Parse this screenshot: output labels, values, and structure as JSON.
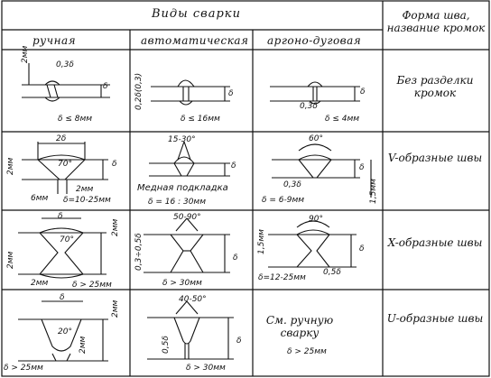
{
  "header": {
    "title": "Виды сварки",
    "side_title": "Форма шва, название кромок",
    "col_manual": "ручная",
    "col_auto": "автоматическая",
    "col_argon": "аргоно-дуговая"
  },
  "rows": [
    {
      "name": "Без разделки кромок",
      "manual": {
        "gap": "0,3δ",
        "thk": "δ",
        "cond": "δ ≤ 8мм",
        "side": "2мм"
      },
      "auto": {
        "thk": "δ",
        "cond": "δ ≤ 16мм",
        "side": "0,2δ(0,3)"
      },
      "argon": {
        "gap": "0,3δ",
        "thk": "δ",
        "cond": "δ ≤ 4мм"
      }
    },
    {
      "name": "V-образные швы",
      "manual": {
        "top": "2δ",
        "angle": "70°",
        "thk": "δ",
        "root": "2мм",
        "left": "2мм",
        "bottom": "6мм",
        "cond": "δ=10-25мм"
      },
      "auto": {
        "angle": "15-30°",
        "thk": "δ",
        "note": "Медная подкладка",
        "cond": "δ = 16 : 30мм"
      },
      "argon": {
        "angle": "60°",
        "thk": "δ",
        "gap": "0,3δ",
        "side": "1,5мм",
        "cond": "δ = 6-9мм"
      }
    },
    {
      "name": "X-образные швы",
      "manual": {
        "top": "δ",
        "angle": "70°",
        "left": "2мм",
        "side": "2мм",
        "bottom": "2мм",
        "cond": "δ > 25мм"
      },
      "auto": {
        "angle": "50-90°",
        "thk": "δ",
        "side": "0,3÷0,5δ",
        "cond": "δ > 30мм"
      },
      "argon": {
        "angle": "90°",
        "thk": "δ",
        "side": "1,5мм",
        "gap": "0,5δ",
        "cond": "δ=12-25мм"
      }
    },
    {
      "name": "U-образные швы",
      "manual": {
        "top": "δ",
        "angle": "20°",
        "side": "2мм",
        "inner": "2мм",
        "cond": "δ > 25мм"
      },
      "auto": {
        "angle": "40-50°",
        "side": "0,5δ",
        "thk": "δ",
        "cond": "δ > 30мм"
      },
      "argon": {
        "text": "См. ручную сварку",
        "cond": "δ > 25мм"
      }
    }
  ]
}
